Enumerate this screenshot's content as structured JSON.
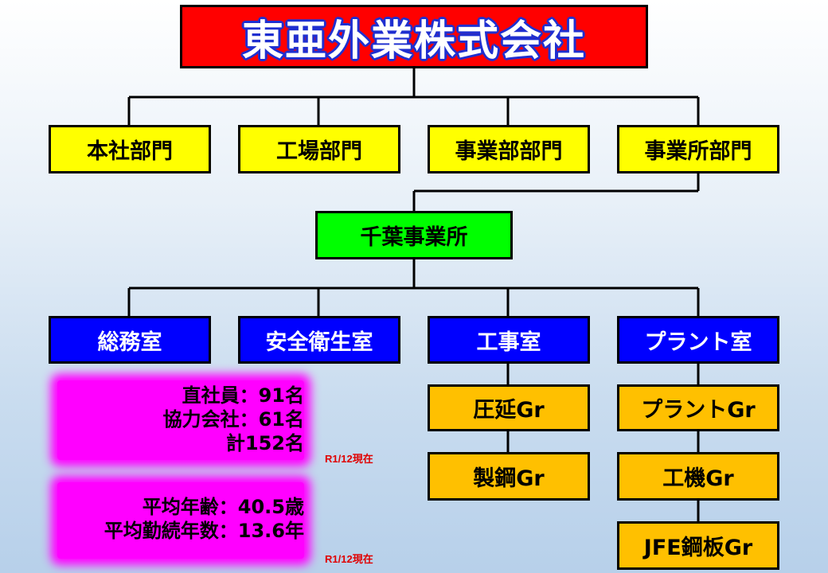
{
  "title": "東亜外業株式会社",
  "departments": [
    "本社部門",
    "工場部門",
    "事業部部門",
    "事業所部門"
  ],
  "office": "千葉事業所",
  "sections": [
    "総務室",
    "安全衛生室",
    "工事室",
    "プラント室"
  ],
  "koji_groups": [
    "圧延Gr",
    "製鋼Gr"
  ],
  "plant_groups": [
    "プラントGr",
    "工機Gr",
    "JFE鋼板Gr"
  ],
  "staff": {
    "lines": [
      "直社員：91名",
      "協力会社：61名",
      "計152名"
    ],
    "note": "R1/12現在"
  },
  "age": {
    "lines": [
      "平均年齢：40.5歳",
      "平均勤続年数：13.6年"
    ],
    "note": "R1/12現在"
  },
  "colors": {
    "title_bg": "#ff0000",
    "department_bg": "#ffff00",
    "office_bg": "#00ff00",
    "section_bg": "#0000ff",
    "group_bg": "#ffc000",
    "info_bg": "#ff00ff",
    "note_text": "#e00000"
  }
}
